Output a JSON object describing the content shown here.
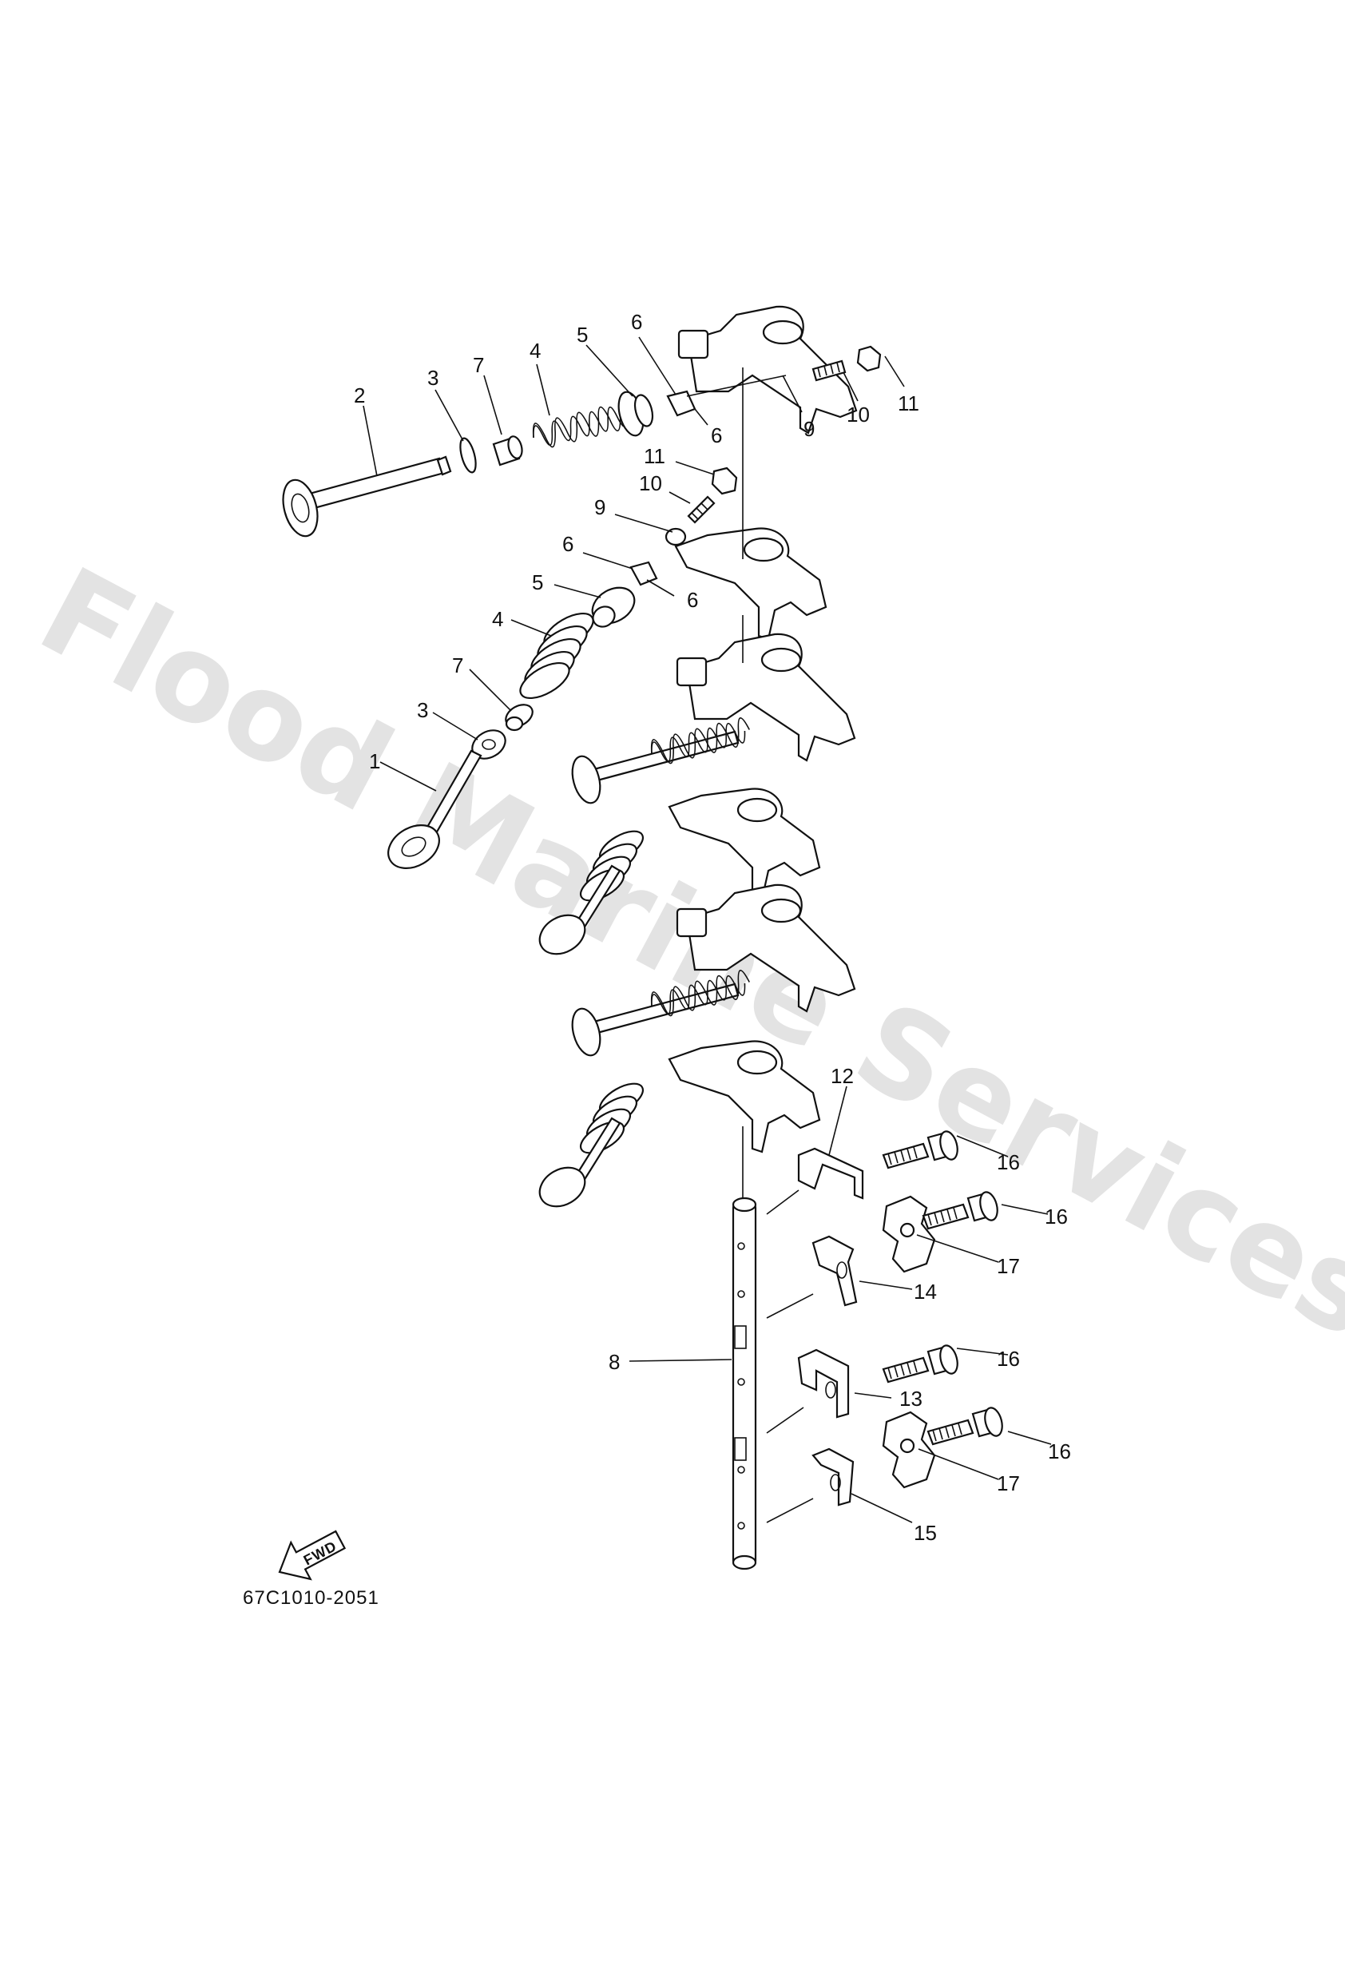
{
  "watermark": "Flood Marine Services",
  "diagram_code": "67C1010-2051",
  "fwd_label": "FWD",
  "callouts": {
    "c2": "2",
    "c3a": "3",
    "c7a": "7",
    "c4a": "4",
    "c5a": "5",
    "c6a": "6",
    "c6b": "6",
    "c9a": "9",
    "c10a": "10",
    "c11a": "11",
    "c11b": "11",
    "c10b": "10",
    "c9b": "9",
    "c6c": "6",
    "c6d": "6",
    "c5b": "5",
    "c4b": "4",
    "c7b": "7",
    "c3b": "3",
    "c1": "1",
    "c12": "12",
    "c16a": "16",
    "c16b": "16",
    "c17a": "17",
    "c14": "14",
    "c8": "8",
    "c16c": "16",
    "c13": "13",
    "c16d": "16",
    "c17b": "17",
    "c15": "15"
  }
}
